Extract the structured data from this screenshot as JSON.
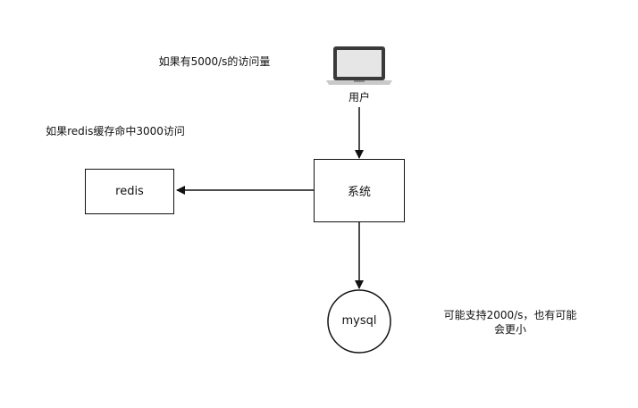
{
  "notes": {
    "traffic": "如果有5000/s的访问量",
    "redis_hit": "如果redis缓存命中3000访问",
    "mysql_capacity": "可能支持2000/s，也有可能会更小"
  },
  "nodes": {
    "user": "用户",
    "system": "系统",
    "redis": "redis",
    "mysql": "mysql"
  }
}
